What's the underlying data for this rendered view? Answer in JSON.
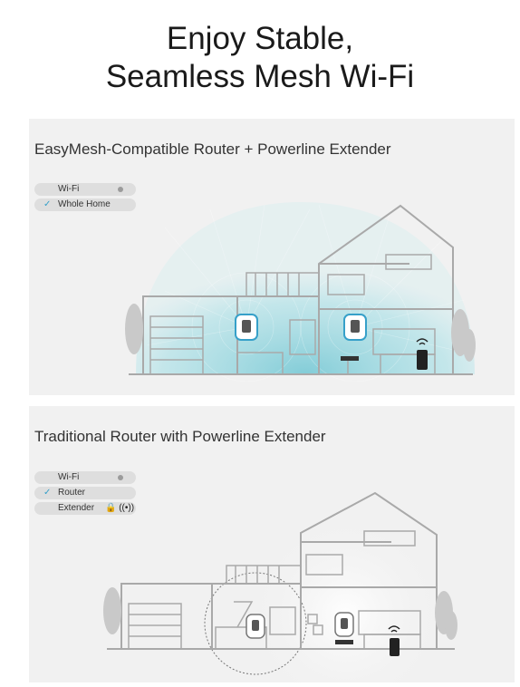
{
  "headline": {
    "line1": "Enjoy Stable,",
    "line2": "Seamless Mesh Wi-Fi"
  },
  "panels": {
    "easymesh": {
      "title": "EasyMesh-Compatible Router + Powerline Extender",
      "legend": [
        {
          "label": "Wi-Fi",
          "checked": false
        },
        {
          "label": "Whole Home",
          "checked": true
        }
      ],
      "coverage_color": "#7fd3dd"
    },
    "traditional": {
      "title": "Traditional Router with Powerline Extender",
      "legend": [
        {
          "label": "Wi-Fi",
          "checked": false
        },
        {
          "label": "Router",
          "checked": true
        },
        {
          "label": "Extender",
          "checked": false
        }
      ],
      "extender_icons": "🔒 ((•))"
    }
  },
  "colors": {
    "panel_bg": "#f1f1f1",
    "legend_bg": "#dedede",
    "accent": "#36a0c9",
    "line": "#b7b7b7"
  },
  "icons": {
    "check": "✓",
    "lock": "lock-icon",
    "wifi": "wifi-icon"
  }
}
